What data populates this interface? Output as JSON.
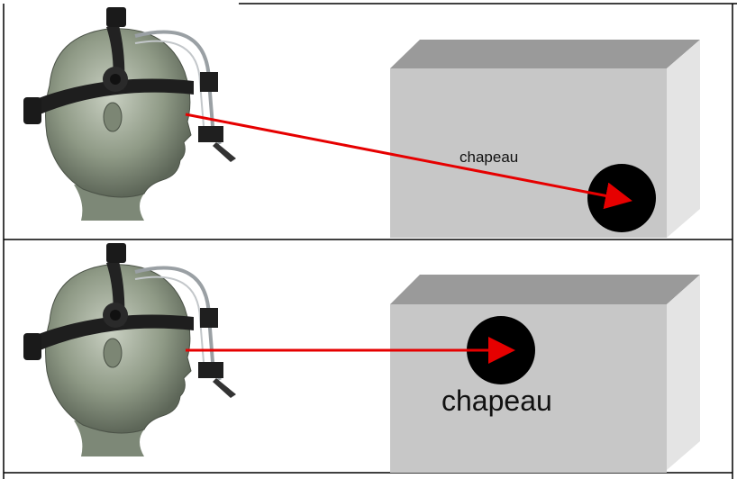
{
  "panels": [
    {
      "word": "chapeau"
    },
    {
      "word": "chapeau"
    }
  ],
  "colors": {
    "gaze_arrow": "#e60000",
    "box_front": "#c7c7c7",
    "box_top": "#9a9a9a",
    "box_side": "#e4e4e4",
    "target_disc": "#000000",
    "border": "#000000"
  },
  "icons": {
    "head_model": "eye-tracker-headset-on-mannequin-head"
  }
}
